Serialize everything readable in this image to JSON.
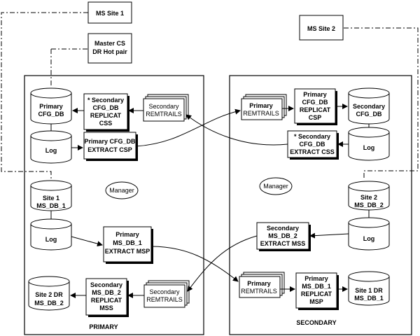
{
  "sites": {
    "ms_site_1": "MS Site 1",
    "ms_site_2": "MS Site 2",
    "master_cs": [
      "Master CS",
      "DR Hot pair"
    ]
  },
  "panels": {
    "primary": {
      "title": "PRIMARY",
      "manager": "Manager",
      "primary_cfg_db": [
        "Primary",
        "CFG_DB"
      ],
      "log_top": "Log",
      "extract_csp": [
        "Primary CFG_DB",
        "EXTRACT CSP"
      ],
      "replicat_css": [
        "* Secondary",
        "CFG_DB",
        "REPLICAT",
        "CSS"
      ],
      "secondary_remtrails_top": [
        "Secondary",
        "REMTRAILS"
      ],
      "site1_ms_db_1": [
        "Site 1",
        "MS_DB_1"
      ],
      "log_bottom": "Log",
      "extract_msp": [
        "Primary",
        "MS_DB_1",
        "EXTRACT MSP"
      ],
      "site2_dr": [
        "Site 2 DR",
        "MS_DB_2"
      ],
      "replicat_mss": [
        "Secondary",
        "MS_DB_2",
        "REPLICAT",
        "MSS"
      ],
      "secondary_remtrails_bottom": [
        "Secondary",
        "REMTRAILS"
      ]
    },
    "secondary": {
      "title": "SECONDARY",
      "manager": "Manager",
      "primary_remtrails_top": [
        "Primary",
        "REMTRAILS"
      ],
      "replicat_csp": [
        "Primary",
        "CFG_DB",
        "REPLICAT",
        "CSP"
      ],
      "secondary_cfg_db": [
        "Secondary",
        "CFG_DB"
      ],
      "extract_css": [
        "* Secondary",
        "CFG_DB",
        "EXTRACT CSS"
      ],
      "log_top": "Log",
      "site2_ms_db_2": [
        "Site 2",
        "MS_DB_2"
      ],
      "extract_mss": [
        "Secondary",
        "MS_DB_2",
        "EXTRACT MSS"
      ],
      "log_bottom": "Log",
      "primary_remtrails_bottom": [
        "Primary",
        "REMTRAILS"
      ],
      "replicat_msp": [
        "Primary",
        "MS_DB_1",
        "REPLICAT",
        "MSP"
      ],
      "site1_dr": [
        "Site 1 DR",
        "MS_DB_1"
      ]
    }
  }
}
